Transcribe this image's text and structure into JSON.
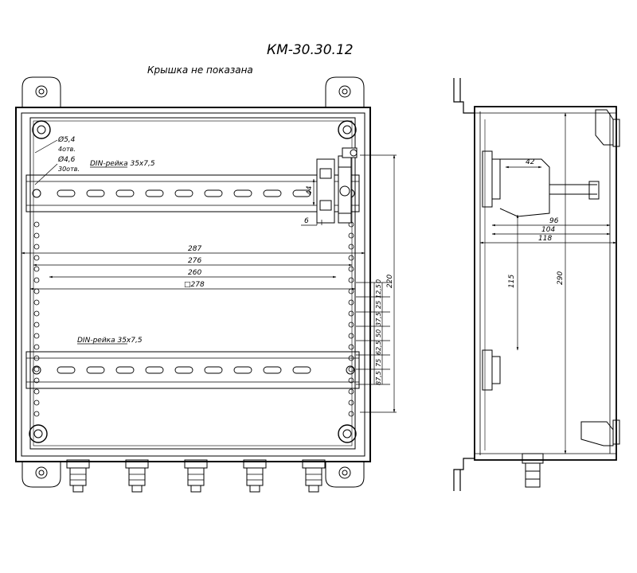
{
  "title": "КМ-30.30.12",
  "subtitle": "Крышка не показана",
  "front_view": {
    "holes": {
      "hole1_dia": "Ø5,4",
      "hole1_count": "4отв.",
      "hole2_dia": "Ø4,6",
      "hole2_count": "30отв."
    },
    "din_rail_top_label": "DIN-рейка 35х7,5",
    "din_rail_bottom_label": "DIN-рейка 35х7,5",
    "dims": {
      "w287": "287",
      "w276": "276",
      "w260": "260",
      "w278": "□278",
      "h44": "44",
      "w6": "6",
      "h220": "220",
      "p0": "0",
      "p12_5": "12,5",
      "p25": "25",
      "p37_5": "37,5",
      "p50": "50",
      "p62_5": "62,5",
      "p75": "75",
      "p87_5": "87,5"
    }
  },
  "side_view": {
    "dims": {
      "d42": "42",
      "d96": "96",
      "d104": "104",
      "d118": "118",
      "d115": "115",
      "d290": "290"
    }
  }
}
